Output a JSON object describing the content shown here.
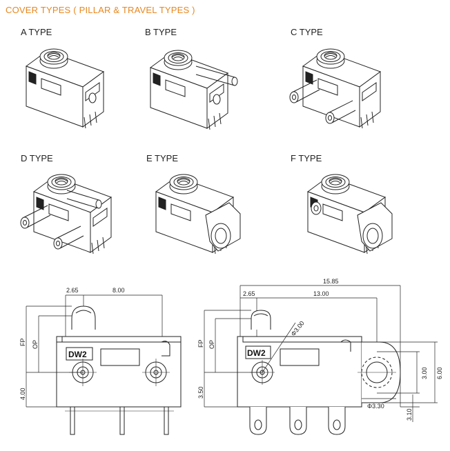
{
  "header": {
    "title": "COVER TYPES ( PILLAR & TRAVEL TYPES )"
  },
  "types": [
    {
      "label": "A TYPE"
    },
    {
      "label": "B TYPE"
    },
    {
      "label": "C TYPE"
    },
    {
      "label": "D TYPE"
    },
    {
      "label": "E TYPE"
    },
    {
      "label": "F TYPE"
    }
  ],
  "drawing_left": {
    "marking": "DW2",
    "dim_265": "2.65",
    "dim_800": "8.00",
    "dim_fp": "FP",
    "dim_op": "OP",
    "dim_400": "4.00"
  },
  "drawing_right": {
    "marking": "DW2",
    "dim_1585": "15.85",
    "dim_265": "2.65",
    "dim_1300": "13.00",
    "dim_fp": "FP",
    "dim_op": "OP",
    "dim_350": "3.50",
    "dim_phi300": "Φ3.00",
    "dim_300": "3.00",
    "dim_600": "6.00",
    "dim_phi330": "Φ3.30",
    "dim_310": "3.10"
  },
  "colors": {
    "header": "#e8871e",
    "line": "#222222"
  }
}
